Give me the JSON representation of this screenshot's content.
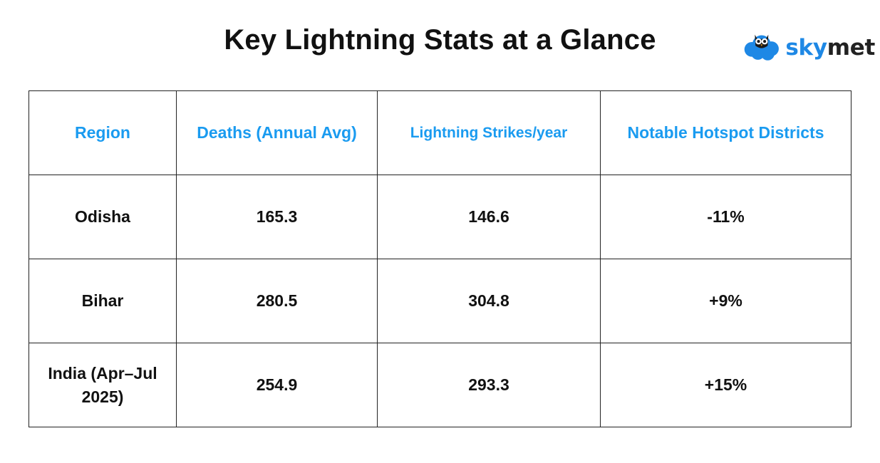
{
  "title": "Key Lightning Stats at a Glance",
  "logo": {
    "text_accent": "sky",
    "text_rest": "met",
    "icon": "owl-cloud-icon",
    "accent_color": "#1e88e5"
  },
  "table": {
    "headers": [
      "Region",
      "Deaths (Annual Avg)",
      "Lightning Strikes/year",
      "Notable Hotspot Districts"
    ],
    "rows": [
      [
        "Odisha",
        "165.3",
        "146.6",
        "-11%"
      ],
      [
        "Bihar",
        "280.5",
        "304.8",
        "+9%"
      ],
      [
        "India (Apr–Jul 2025)",
        "254.9",
        "293.3",
        "+15%"
      ]
    ],
    "header_color": "#1a9bf0"
  }
}
